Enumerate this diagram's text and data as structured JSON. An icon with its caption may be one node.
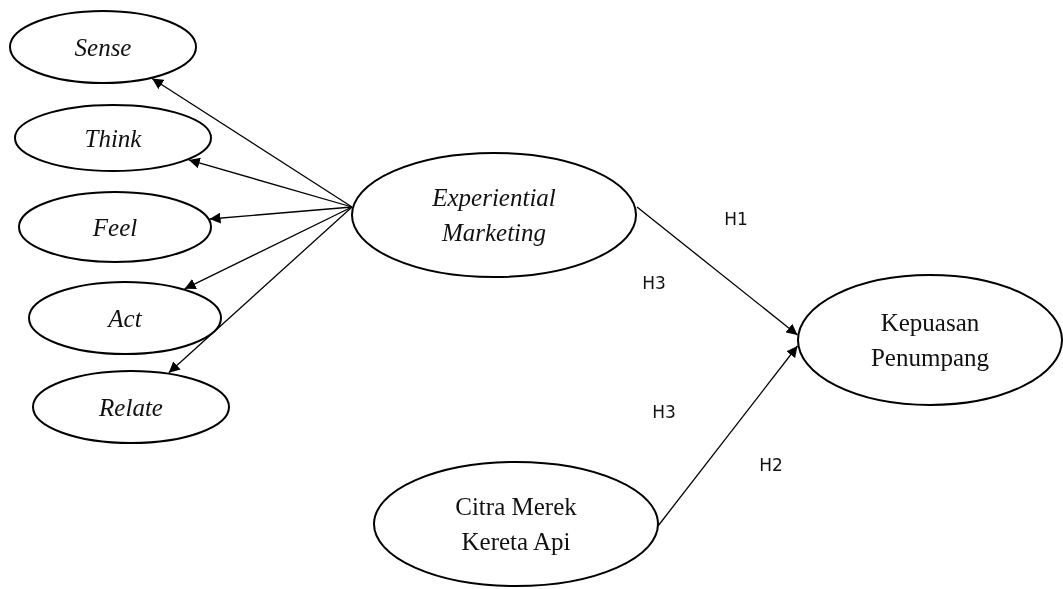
{
  "diagram": {
    "nodes": [
      {
        "text": [
          "Sense"
        ]
      },
      {
        "text": [
          "Think"
        ]
      },
      {
        "text": [
          "Feel"
        ]
      },
      {
        "text": [
          "Act"
        ]
      },
      {
        "text": [
          "Relate"
        ]
      },
      {
        "text": [
          "Experiential Marketing"
        ]
      },
      {
        "text": [
          "Kepuasan Penumpang"
        ]
      },
      {
        "text": [
          "Citra Merek Kereta Api"
        ]
      }
    ],
    "edges": [
      {
        "from": 5,
        "to": 0,
        "arrow": "to"
      },
      {
        "from": 5,
        "to": 1,
        "arrow": "to"
      },
      {
        "from": 5,
        "to": 2,
        "arrow": "to"
      },
      {
        "from": 5,
        "to": 3,
        "arrow": "to"
      },
      {
        "from": 5,
        "to": 4,
        "arrow": "to"
      },
      {
        "from": 5,
        "to": 6,
        "arrow": "to"
      },
      {
        "from": 7,
        "to": 6,
        "arrow": "to"
      }
    ],
    "labels": [
      "H1",
      "H3",
      "H3",
      "H2"
    ]
  }
}
